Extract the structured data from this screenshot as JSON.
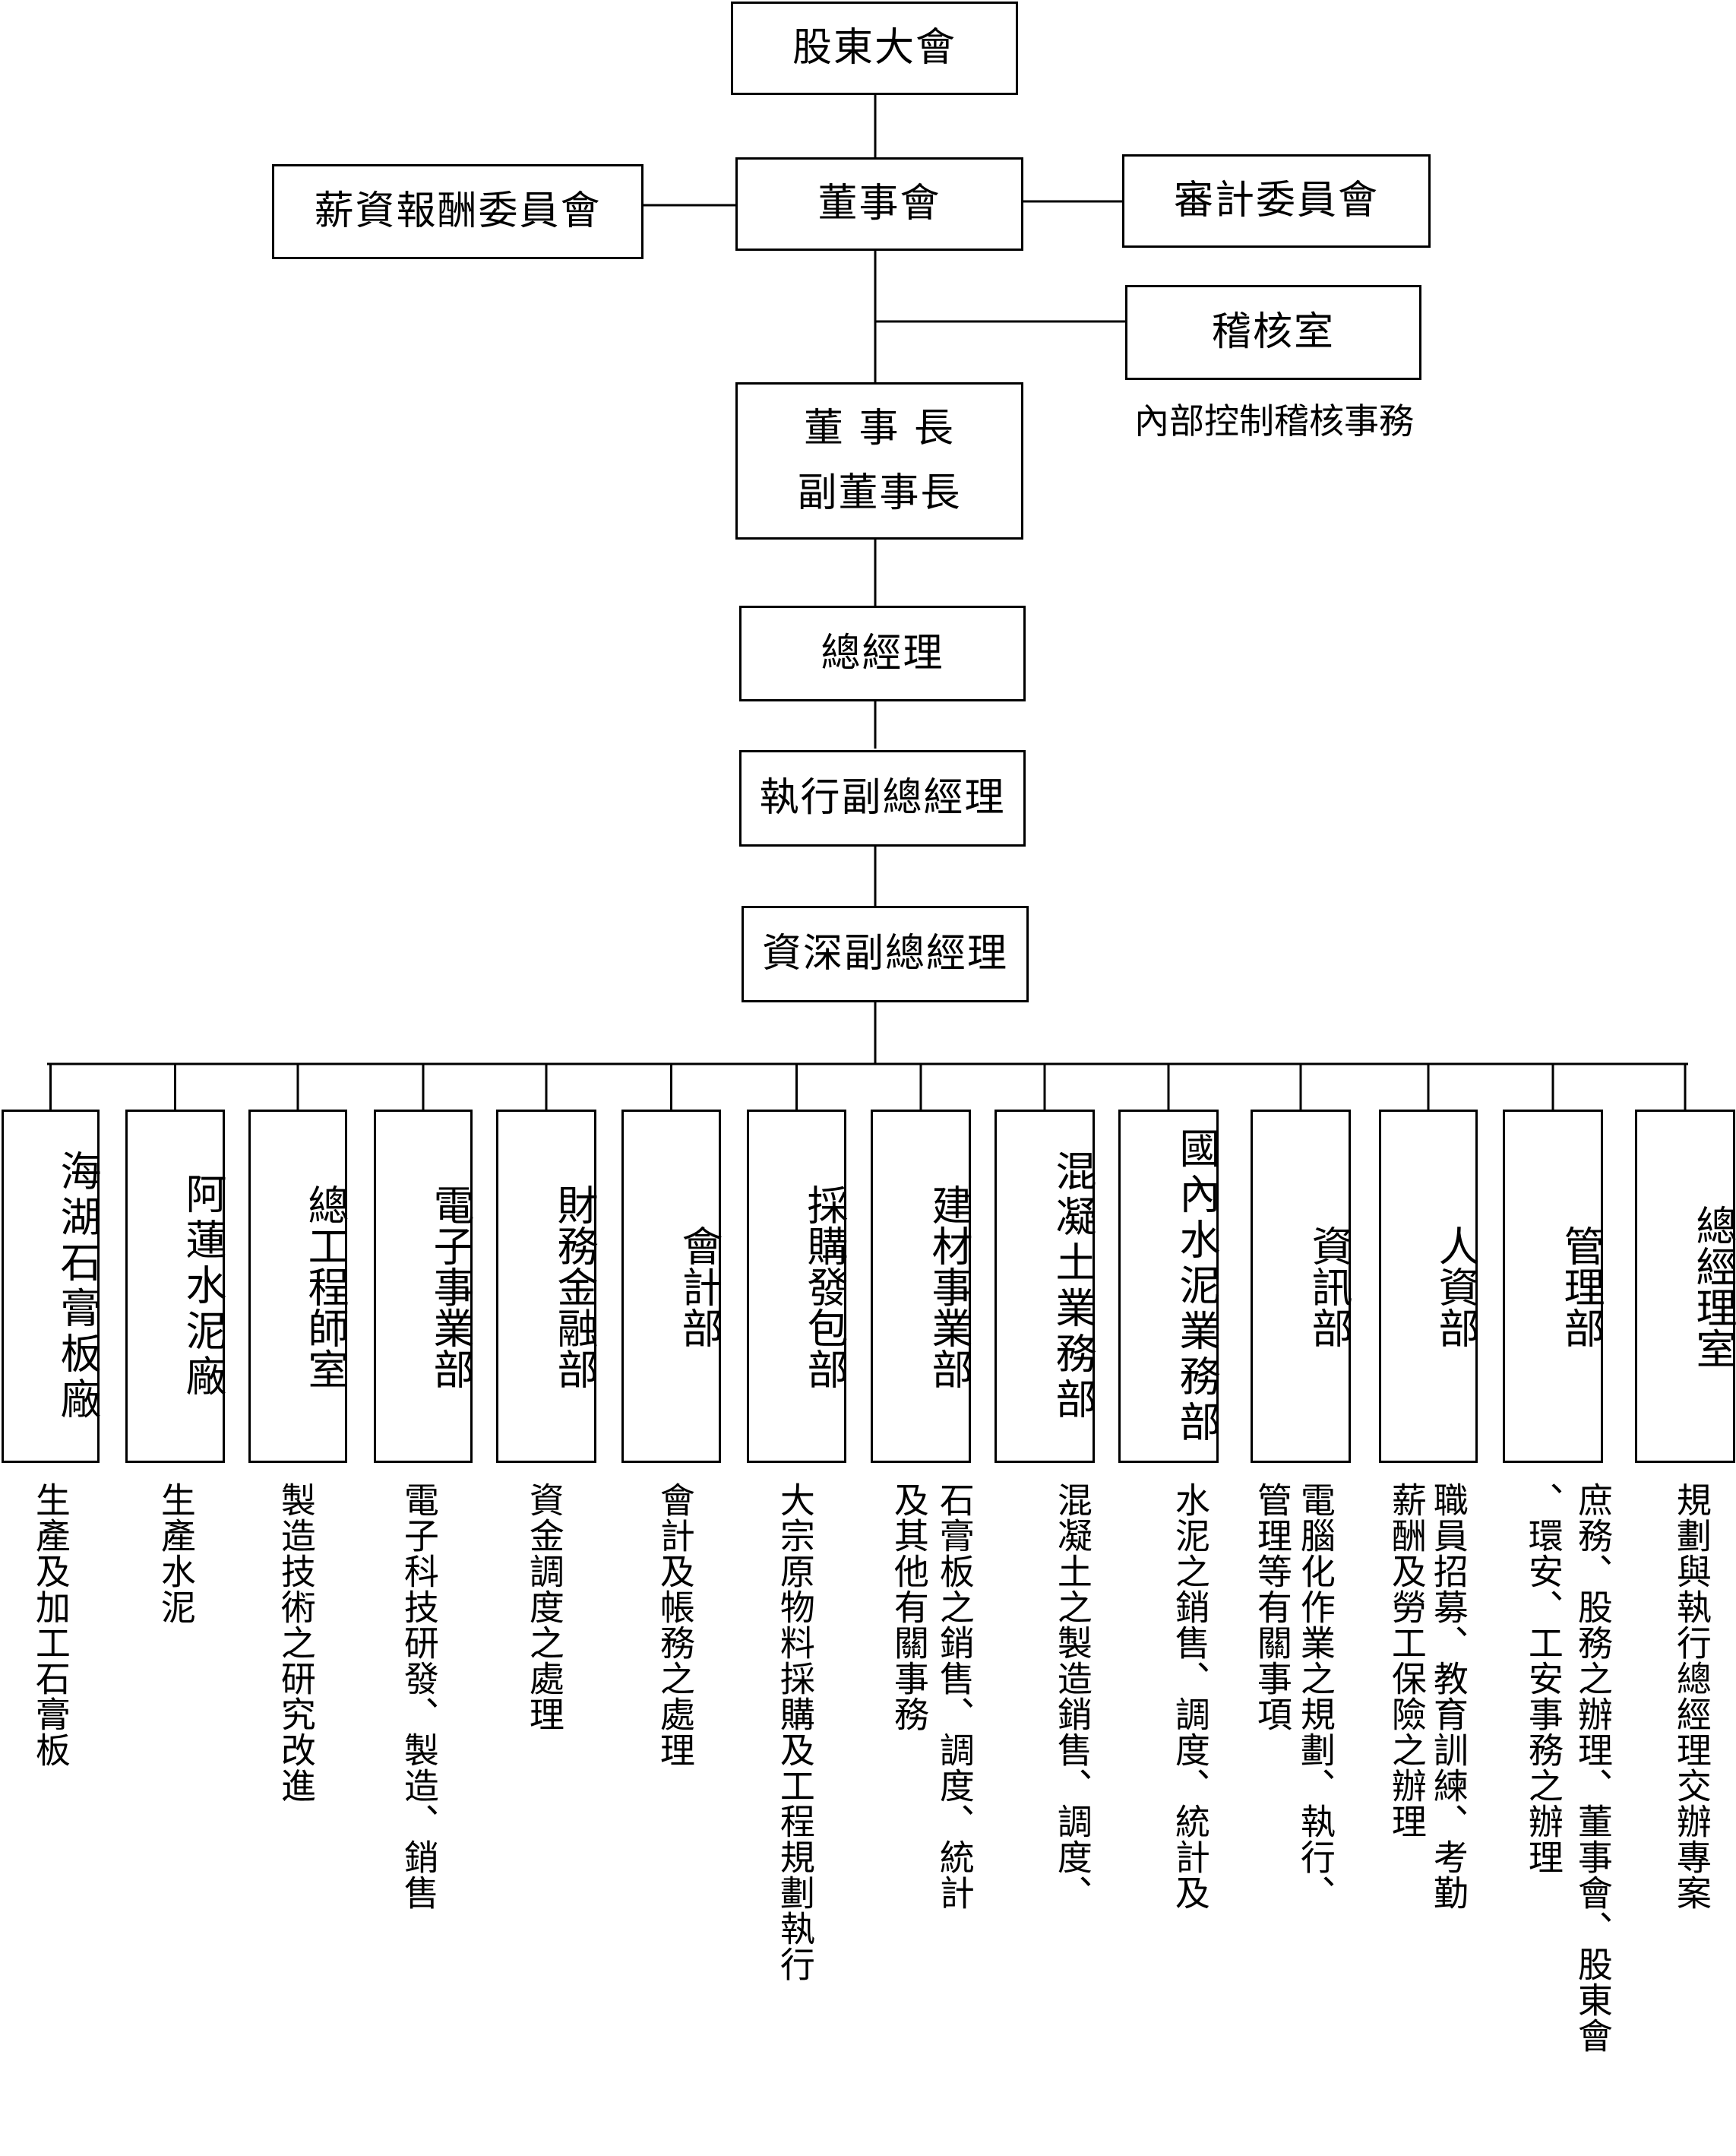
{
  "top": {
    "shareholders": "股東大會",
    "board": "董事會",
    "compensation_committee": "薪資報酬委員會",
    "audit_committee": "審計委員會",
    "audit_office": "稽核室",
    "audit_office_desc": "內部控制稽核事務",
    "chairman": "董 事 長",
    "vice_chairman": "副董事長",
    "president": "總經理",
    "executive_vp": "執行副總經理",
    "senior_vp": "資深副總經理"
  },
  "departments": [
    {
      "name": "海湖石膏板廠",
      "desc": [
        "生產及加工石膏板"
      ]
    },
    {
      "name": "阿蓮水泥廠",
      "desc": [
        "生產水泥"
      ]
    },
    {
      "name": "總工程師室",
      "desc": [
        "製造技術之研究改進"
      ]
    },
    {
      "name": "電子事業部",
      "desc": [
        "電子科技研發、製造、銷售"
      ]
    },
    {
      "name": "財務金融部",
      "desc": [
        "資金調度之處理"
      ]
    },
    {
      "name": "會計部",
      "desc": [
        "會計及帳務之處理"
      ]
    },
    {
      "name": "採購發包部",
      "desc": [
        "大宗原物料採購及工程規劃執行"
      ]
    },
    {
      "name": "建材事業部",
      "desc": [
        "石膏板之銷售、調度、統計",
        "及其他有關事務"
      ]
    },
    {
      "name": "混凝土業務部",
      "desc": [
        "混凝土之製造銷售、調度、"
      ]
    },
    {
      "name": "國內水泥業務部",
      "desc": [
        "水泥之銷售、調度、統計及"
      ]
    },
    {
      "name": "資訊部",
      "desc": [
        "電腦化作業之規劃、執行、",
        "管理等有關事項"
      ]
    },
    {
      "name": "人資部",
      "desc": [
        "職員招募、教育訓練、考勤",
        "薪酬及勞工保險之辦理"
      ]
    },
    {
      "name": "管理部",
      "desc": [
        "庶務、股務之辦理、董事會、股東會",
        "、環安、工安事務之辦理"
      ]
    },
    {
      "name": "總經理室",
      "desc": [
        "規劃與執行總經理交辦專案"
      ]
    }
  ]
}
